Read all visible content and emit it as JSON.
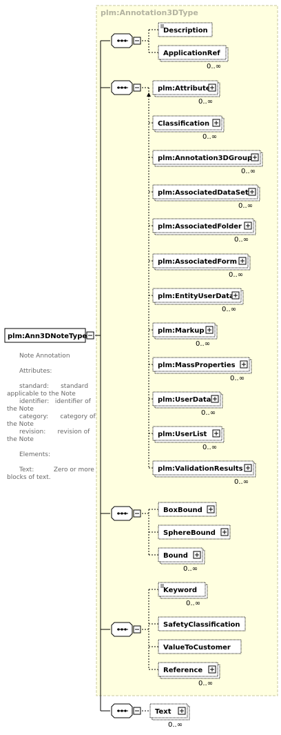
{
  "root": {
    "label": "plm:Ann3DNoteType"
  },
  "type_group": {
    "label": "plm:Annotation3DType"
  },
  "documentation": {
    "lines": [
      "Note Annotation",
      "",
      "Attributes:",
      "",
      "standard:      standard",
      "applicable to the Note",
      "identifier:   identifier of",
      "the Note",
      "category:      category of",
      "the Note",
      "revision:      revision of",
      "the Note",
      "",
      "Elements:",
      "",
      "Text:          Zero or more",
      "blocks of text."
    ]
  },
  "elements": [
    {
      "id": "description",
      "label": "Description",
      "multiplicity": ""
    },
    {
      "id": "application-ref",
      "label": "ApplicationRef",
      "multiplicity": "0..∞"
    },
    {
      "id": "attribute",
      "label": "plm:Attribute",
      "multiplicity": "0..∞"
    },
    {
      "id": "classification",
      "label": "Classification",
      "multiplicity": "0..∞"
    },
    {
      "id": "annotation3d-group",
      "label": "plm:Annotation3DGroup",
      "multiplicity": "0..∞"
    },
    {
      "id": "associated-data-set",
      "label": "plm:AssociatedDataSet",
      "multiplicity": "0..∞"
    },
    {
      "id": "associated-folder",
      "label": "plm:AssociatedFolder",
      "multiplicity": "0..∞"
    },
    {
      "id": "associated-form",
      "label": "plm:AssociatedForm",
      "multiplicity": "0..∞"
    },
    {
      "id": "entity-user-data",
      "label": "plm:EntityUserData",
      "multiplicity": "0..∞"
    },
    {
      "id": "markup",
      "label": "plm:Markup",
      "multiplicity": "0..∞"
    },
    {
      "id": "mass-properties",
      "label": "plm:MassProperties",
      "multiplicity": "0..∞"
    },
    {
      "id": "user-data",
      "label": "plm:UserData",
      "multiplicity": "0..∞"
    },
    {
      "id": "user-list",
      "label": "plm:UserList",
      "multiplicity": "0..∞"
    },
    {
      "id": "validation-results",
      "label": "plm:ValidationResults",
      "multiplicity": "0..∞"
    },
    {
      "id": "box-bound",
      "label": "BoxBound",
      "multiplicity": ""
    },
    {
      "id": "sphere-bound",
      "label": "SphereBound",
      "multiplicity": ""
    },
    {
      "id": "bound",
      "label": "Bound",
      "multiplicity": "0..∞"
    },
    {
      "id": "keyword",
      "label": "Keyword",
      "multiplicity": "0..∞"
    },
    {
      "id": "safety-classification",
      "label": "SafetyClassification",
      "multiplicity": ""
    },
    {
      "id": "value-to-customer",
      "label": "ValueToCustomer",
      "multiplicity": ""
    },
    {
      "id": "reference",
      "label": "Reference",
      "multiplicity": "0..∞"
    },
    {
      "id": "text",
      "label": "Text",
      "multiplicity": "0..∞"
    }
  ]
}
